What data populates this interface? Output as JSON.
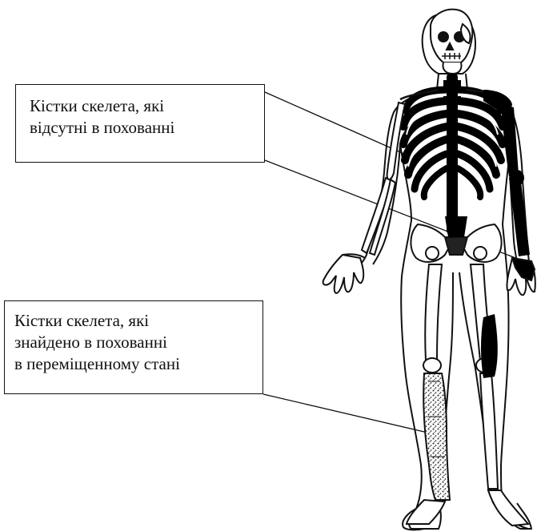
{
  "labels": {
    "missing": {
      "line1": "Кістки скелета, які",
      "line2": "відсутні в похованні"
    },
    "displaced": {
      "line1": "Кістки скелета, які",
      "line2": "знайдено в похованні",
      "line3": "в переміщенному стані"
    }
  },
  "legend_meaning": {
    "missing_fill": "#000000",
    "displaced_fill": "speckled"
  }
}
